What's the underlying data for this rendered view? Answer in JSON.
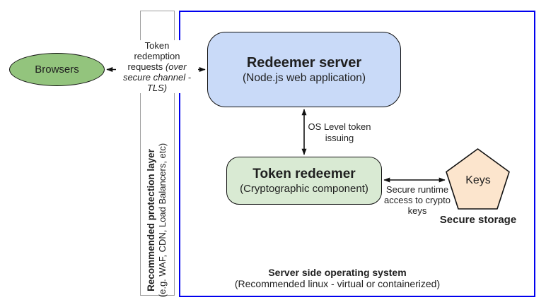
{
  "diagram": {
    "browsers": {
      "label": "Browsers"
    },
    "protection_layer": {
      "title": "Recommended protection layer",
      "subtitle": "(e.g. WAF, CDN, Load Balancers, etc)"
    },
    "redemption_arrow_label": {
      "line1": "Token",
      "line2": "redemption",
      "line3_regular": "requests",
      "line3_italic": "(over",
      "line4_italic": "secure channel -",
      "line5_italic": "TLS)"
    },
    "redeemer_server": {
      "title": "Redeemer server",
      "subtitle": "(Node.js web application)"
    },
    "os_token_label": {
      "line1": "OS Level token",
      "line2": "issuing"
    },
    "token_redeemer": {
      "title": "Token redeemer",
      "subtitle": "(Cryptographic component)"
    },
    "secure_runtime_label": {
      "line1": "Secure runtime",
      "line2": "access to crypto",
      "line3": "keys"
    },
    "keys": {
      "label": "Keys",
      "caption": "Secure storage"
    },
    "os_box": {
      "title": "Server side operating system",
      "subtitle": "(Recommended linux - virtual or containerized)"
    },
    "colors": {
      "browsers_fill": "#93c47d",
      "redeemer_fill": "#c9daf8",
      "token_redeemer_fill": "#d9ead3",
      "keys_fill": "#fce5cd",
      "os_border": "#0000ee",
      "protection_border": "#9e9e9e",
      "arrow_color": "#111111"
    }
  }
}
